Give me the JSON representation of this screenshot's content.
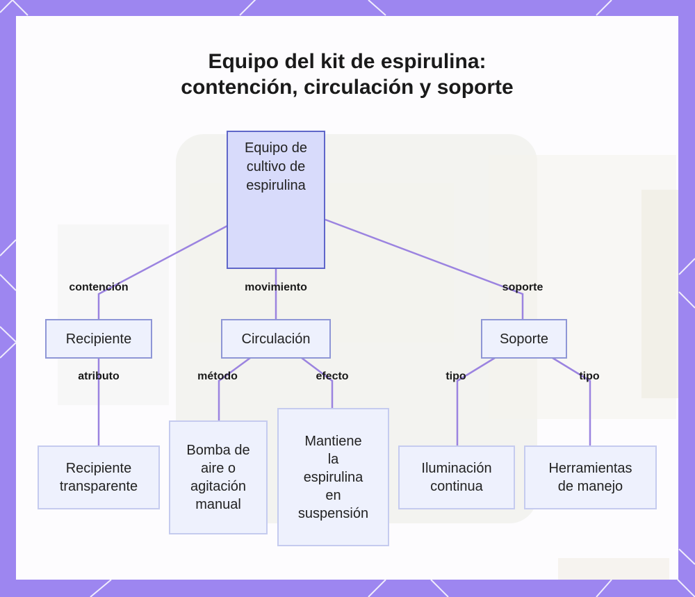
{
  "title": {
    "line1": "Equipo del kit de espirulina:",
    "line2": "contención, circulación y soporte"
  },
  "colors": {
    "frame": "#9d86f0",
    "edge": "#9b83e0",
    "root_fill": "#d8dbfb",
    "root_border": "#5f66c9",
    "node_fill": "#eef1fd"
  },
  "nodes": {
    "root": [
      "Equipo de",
      "cultivo de",
      "espirulina"
    ],
    "recipiente": [
      "Recipiente"
    ],
    "circulacion": [
      "Circulación"
    ],
    "soporte": [
      "Soporte"
    ],
    "recipiente_transparente": [
      "Recipiente",
      "transparente"
    ],
    "bomba": [
      "Bomba de",
      "aire o",
      "agitación",
      "manual"
    ],
    "mantiene": [
      "Mantiene",
      "la",
      "espirulina",
      "en",
      "suspensión"
    ],
    "iluminacion": [
      "Iluminación",
      "continua"
    ],
    "herramientas": [
      "Herramientas",
      "de manejo"
    ]
  },
  "edges": {
    "contencion": "contención",
    "movimiento": "movimiento",
    "soporte": "soporte",
    "atributo": "atributo",
    "metodo": "método",
    "efecto": "efecto",
    "tipo1": "tipo",
    "tipo2": "tipo"
  }
}
